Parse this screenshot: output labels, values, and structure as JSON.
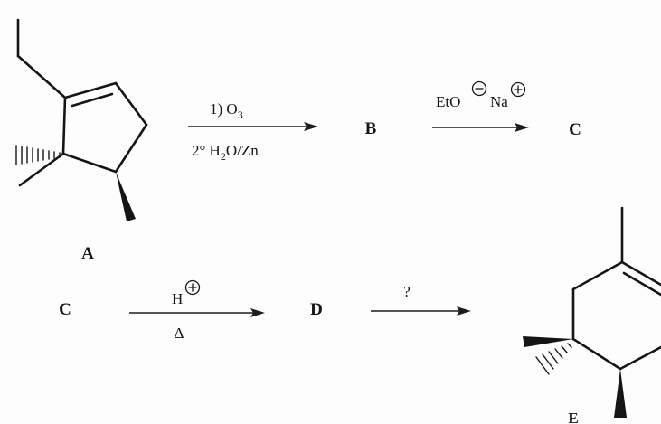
{
  "compounds": {
    "A": "A",
    "B": "B",
    "C_top": "C",
    "C_bottom": "C",
    "D": "D",
    "E": "E"
  },
  "reactions": {
    "step1": {
      "above": "1) O",
      "above_sub": "3",
      "below_pre": "2° H",
      "below_sub": "2",
      "below_post": "O/Zn"
    },
    "step2": {
      "reagent_base": "EtO",
      "reagent_cation": "Na"
    },
    "step3": {
      "above": "H",
      "below": "Δ"
    },
    "step4": {
      "above": "?"
    }
  },
  "colors": {
    "ink": "#151515",
    "background": "#fdfdfd"
  }
}
